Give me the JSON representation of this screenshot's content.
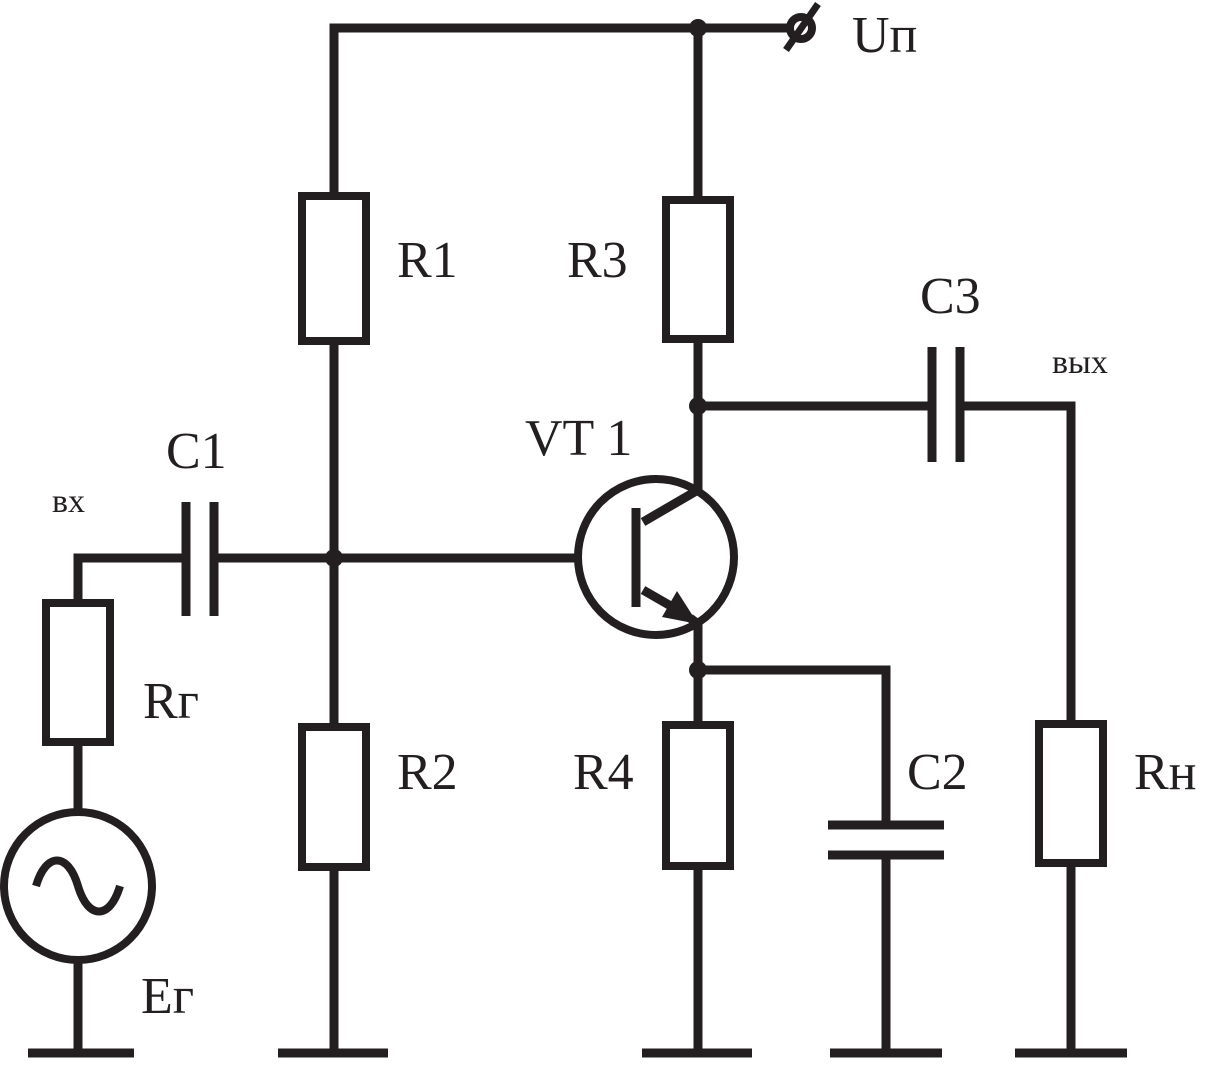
{
  "diagram": {
    "supply_label": "Uп",
    "input_label": "вх",
    "output_label": "вых",
    "components": {
      "r1": "R1",
      "r2": "R2",
      "r3": "R3",
      "r4": "R4",
      "rg": "Rг",
      "rn": "Rн",
      "c1": "C1",
      "c2": "C2",
      "c3": "C3",
      "vt1": "VT 1",
      "eg": "Eг"
    },
    "colors": {
      "line": "#231f20",
      "background": "#ffffff"
    }
  }
}
